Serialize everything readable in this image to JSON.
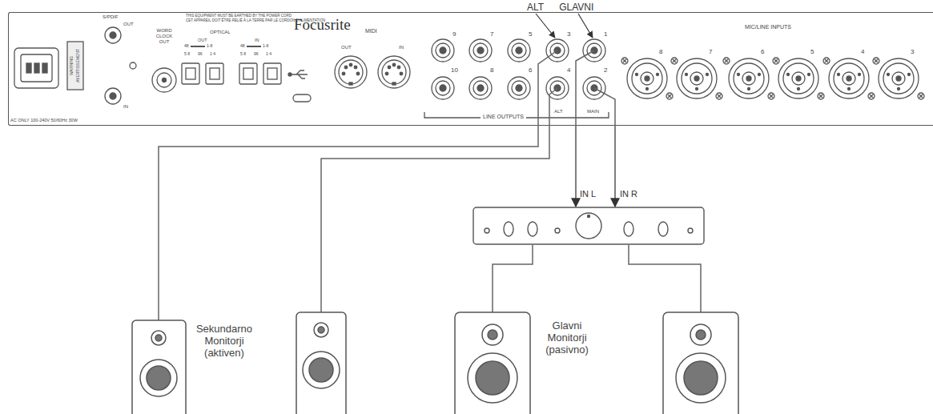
{
  "diagram": {
    "nodes": [
      {
        "text": [
          "Focusrite"
        ]
      },
      {
        "text": [
          "IN L",
          "IN R"
        ]
      }
    ],
    "edges": [
      {
        "from": 0,
        "to": 1,
        "arrow": "to"
      },
      {
        "from": 0,
        "to": 1,
        "arrow": "to"
      }
    ],
    "labels": [
      "ALT GLAVNI",
      "AC ONLY 100-240V 50/60Hz 30W",
      "WARNING",
      "AVERTISSEMENT",
      "S/PDIF",
      "OUT",
      "IN",
      "WORD CLOCK OUT",
      "THIS EQUIPMENT MUST BE EARTHED BY THE POWER CORD",
      "CET APPAREIL DOIT ÊTRE RELIÉ À LA TERRE PAR LE CORDON D'ALIMENTATION",
      "OPTICAL",
      "OUT",
      "IN",
      "48",
      "1-8",
      "48",
      "1-8",
      "5 8",
      "96",
      "1 4",
      "5 8",
      "96",
      "1 4",
      "MIDI",
      "OUT",
      "IN",
      "9",
      "7",
      "5",
      "3",
      "1",
      "10",
      "8",
      "6",
      "4",
      "2",
      "LINE OUTPUTS",
      "ALT",
      "MAIN",
      "MIC/LINE INPUTS",
      "8",
      "7",
      "6",
      "5",
      "4",
      "3",
      "Sekundarno Monitorji (aktiven)",
      "Glavni Monitorji (pasivno)"
    ]
  }
}
